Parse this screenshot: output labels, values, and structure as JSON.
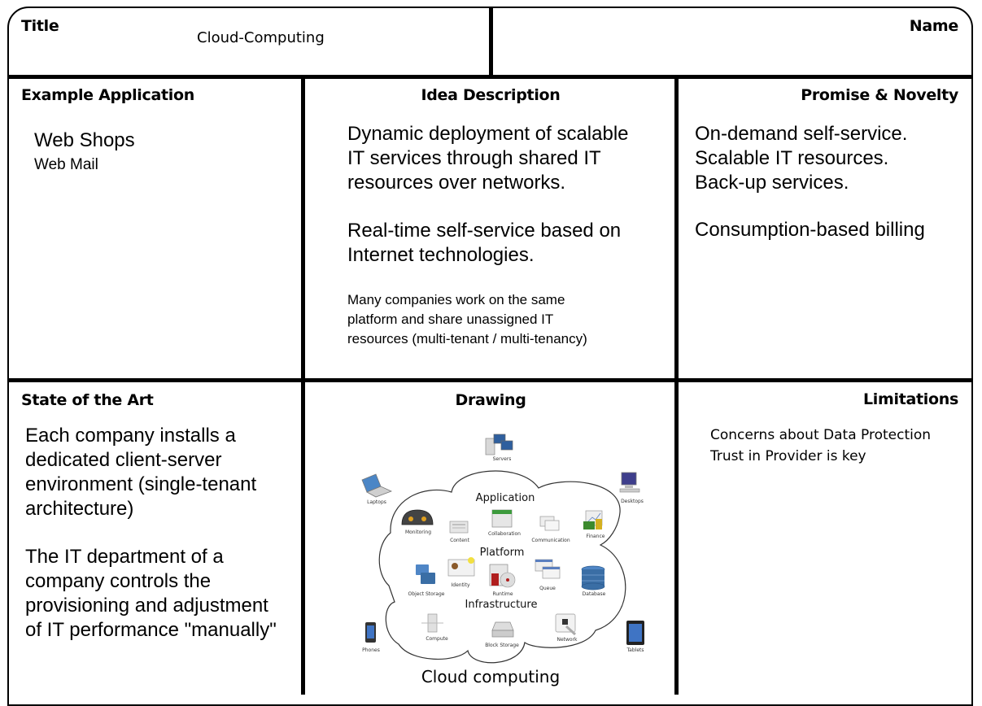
{
  "header": {
    "title_label": "Title",
    "title_value": "Cloud-Computing",
    "name_label": "Name",
    "name_value": ""
  },
  "cells": {
    "example_application": {
      "heading": "Example Application",
      "items": [
        "Web Shops",
        "Web Mail"
      ]
    },
    "idea_description": {
      "heading": "Idea Description",
      "paragraphs": [
        "Dynamic deployment of scalable\nIT services through shared IT\nresources over networks.",
        "Real-time self-service based on\nInternet technologies.",
        "Many companies work on the same\nplatform and share unassigned IT\nresources (multi-tenant / multi-tenancy)"
      ]
    },
    "promise_novelty": {
      "heading": "Promise & Novelty",
      "paragraphs": [
        "On-demand self-service.\nScalable IT resources.\nBack-up services.",
        "Consumption-based billing"
      ]
    },
    "state_of_the_art": {
      "heading": "State of the Art",
      "paragraphs": [
        "Each company installs a\ndedicated client-server\nenvironment (single-tenant\narchitecture)",
        "The IT department of a\ncompany controls the\nprovisioning and adjustment\nof IT performance \"manually\""
      ]
    },
    "drawing": {
      "heading": "Drawing",
      "caption": "Cloud computing",
      "layers": [
        "Application",
        "Platform",
        "Infrastructure"
      ],
      "clients": [
        "Servers",
        "Laptops",
        "Desktops",
        "Phones",
        "Tablets"
      ],
      "application_items": [
        "Monitoring",
        "Content",
        "Collaboration",
        "Communication",
        "Finance"
      ],
      "platform_items": [
        "Object Storage",
        "Identity",
        "Runtime",
        "Queue",
        "Database"
      ],
      "infrastructure_items": [
        "Compute",
        "Block Storage",
        "Network"
      ]
    },
    "limitations": {
      "heading": "Limitations",
      "items": [
        "Concerns about Data Protection",
        "Trust in Provider is key"
      ]
    }
  },
  "colors": {
    "border": "#000000",
    "background": "#ffffff",
    "icon_blue": "#3a6ea5",
    "icon_green": "#3c8a2e",
    "icon_red": "#b01e1e"
  }
}
